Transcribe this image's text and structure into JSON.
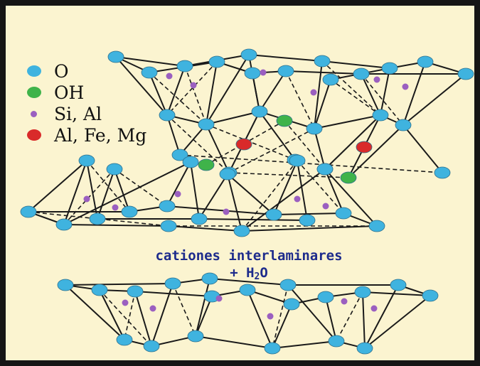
{
  "legend": [
    {
      "label": "O",
      "color": "#3fb3df"
    },
    {
      "label": "OH",
      "color": "#3fb34a"
    },
    {
      "label": "Si, Al",
      "color": "#9b5fc0"
    },
    {
      "label": "Al, Fe, Mg",
      "color": "#d92a2a"
    }
  ],
  "caption": {
    "line1": "cationes interlaminares",
    "line2_prefix": "+ H",
    "line2_sub": "2",
    "line2_suffix": "O"
  },
  "colors": {
    "background": "#fbf4d0",
    "frame": "#151515",
    "bond": "#1a1a1a",
    "caption_text": "#1d2b8c"
  }
}
